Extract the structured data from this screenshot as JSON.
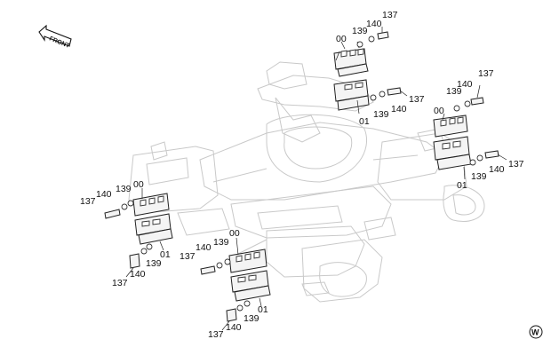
{
  "front_label": "FRONT",
  "watermark_symbol": "W",
  "callouts": {
    "g1": {
      "c137": "137",
      "c139": "139",
      "c140": "140",
      "c00": "00"
    },
    "g2": {
      "c137": "137",
      "c139": "139",
      "c140": "140",
      "c01": "01"
    },
    "g3": {
      "c137": "137",
      "c139": "139",
      "c140": "140",
      "c00": "00"
    },
    "g4": {
      "c137": "137",
      "c139": "139",
      "c140": "140",
      "c01": "01"
    },
    "g5": {
      "c137": "137",
      "c139": "139",
      "c140": "140",
      "c00": "00"
    },
    "g6": {
      "c137": "137",
      "c139": "139",
      "c140": "140",
      "c01": "01"
    },
    "g7": {
      "c137": "137",
      "c139": "139",
      "c140": "140",
      "c00": "00"
    },
    "g8": {
      "c137": "137",
      "c139": "139",
      "c140": "140",
      "c01": "01"
    }
  }
}
